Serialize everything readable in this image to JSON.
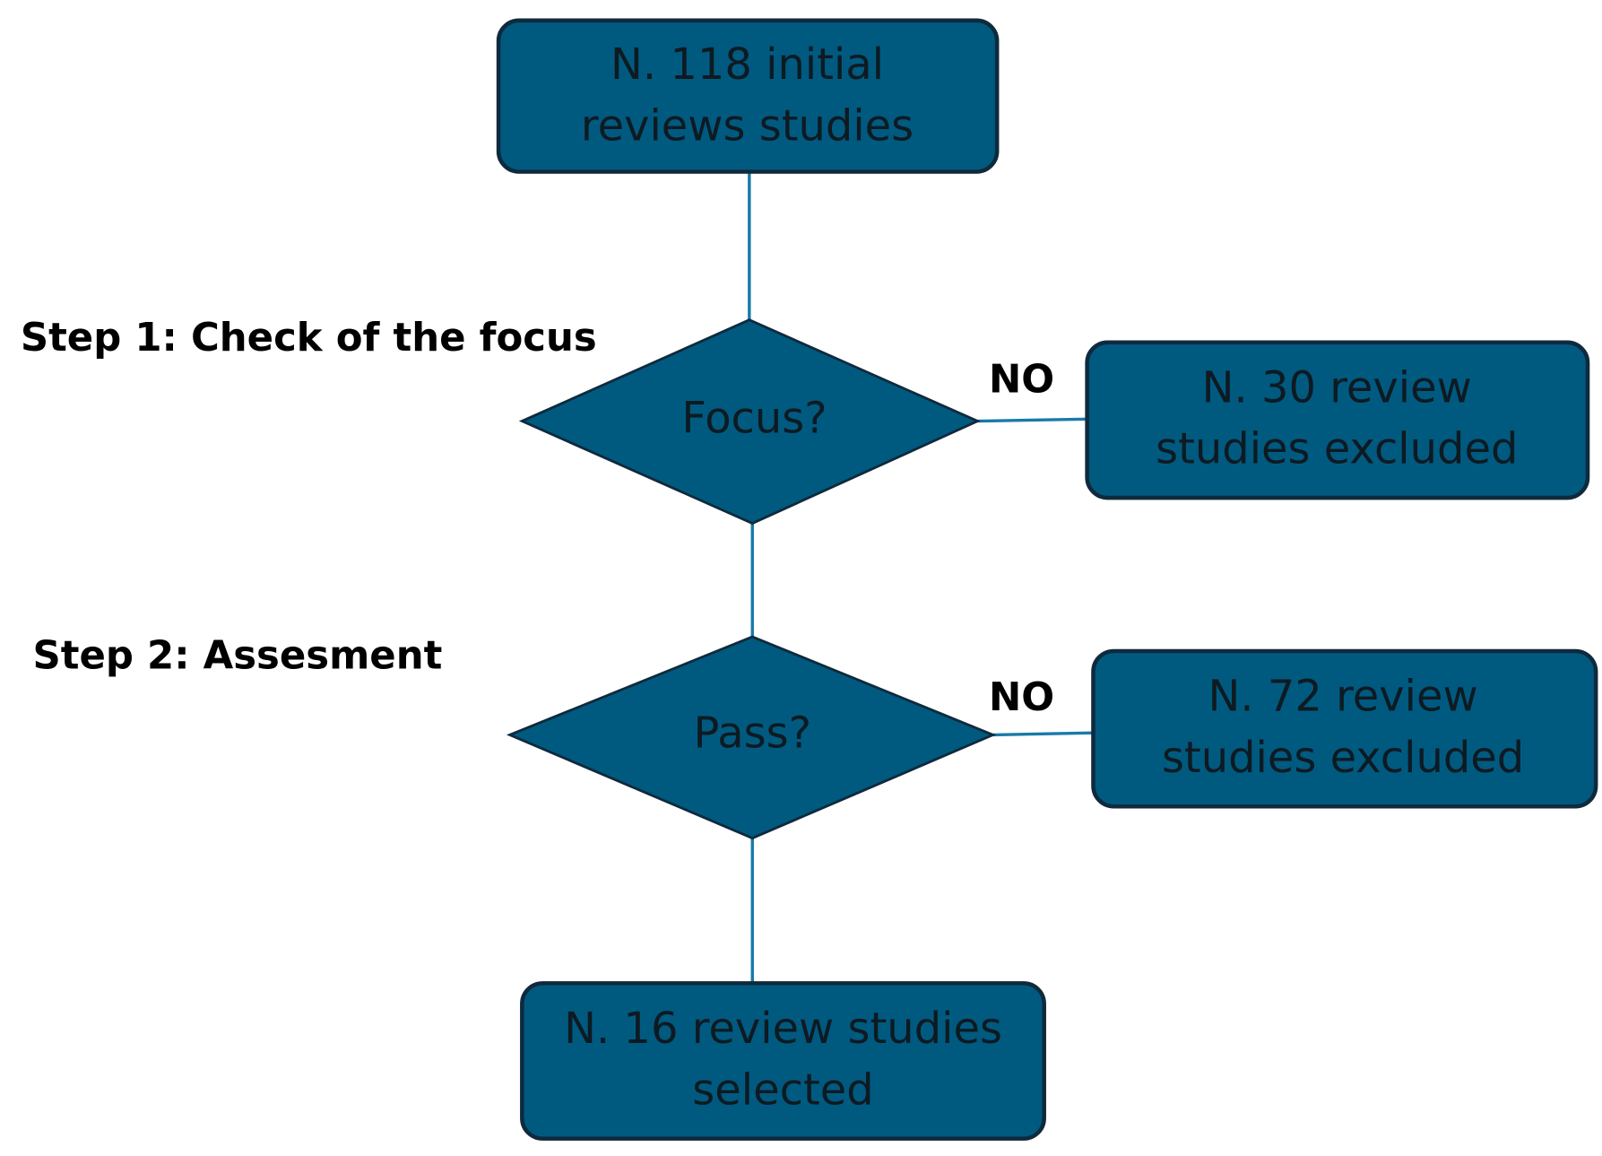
{
  "nodes": {
    "initial": {
      "line1": "N. 118 initial",
      "line2": "reviews studies"
    },
    "decision_focus": {
      "label": "Focus?"
    },
    "excluded_focus": {
      "line1": "N. 30  review",
      "line2": "studies excluded"
    },
    "decision_pass": {
      "label": "Pass?"
    },
    "excluded_pass": {
      "line1": "N. 72 review",
      "line2": "studies excluded"
    },
    "selected": {
      "line1": "N. 16 review studies",
      "line2": "selected"
    }
  },
  "steps": {
    "step1": "Step 1: Check of the focus",
    "step2": "Step 2: Assesment"
  },
  "branch_labels": {
    "focus_no": "NO",
    "pass_no": "NO"
  },
  "colors": {
    "node_fill": "#005a80",
    "node_border": "#0f2a3d",
    "connector": "#1a7aa8",
    "node_text": "#0e1a22"
  }
}
